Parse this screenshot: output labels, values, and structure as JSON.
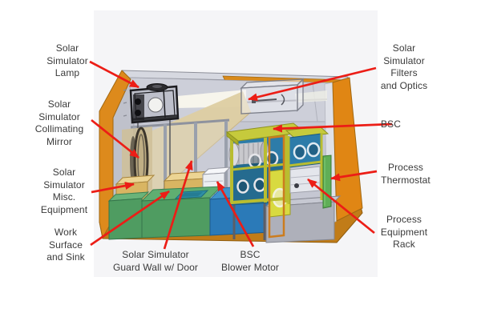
{
  "figure": {
    "description": "Cutaway 3D rendering of a solar simulator and biosafety cabinet (BSC) process enclosure with callout labels"
  },
  "labels": [
    {
      "id": "solar-simulator-lamp",
      "text": "Solar\nSimulator\nLamp"
    },
    {
      "id": "solar-simulator-collimating-mirror",
      "text": "Solar\nSimulator\nCollimating\nMirror"
    },
    {
      "id": "solar-simulator-misc-equipment",
      "text": "Solar\nSimulator\nMisc.\nEquipment"
    },
    {
      "id": "work-surface-and-sink",
      "text": "Work\nSurface\nand Sink"
    },
    {
      "id": "solar-simulator-guard-wall",
      "text": "Solar Simulator\nGuard Wall w/ Door"
    },
    {
      "id": "bsc-blower-motor",
      "text": "BSC\nBlower Motor"
    },
    {
      "id": "solar-simulator-filters-optics",
      "text": "Solar\nSimulator\nFilters\nand Optics"
    },
    {
      "id": "bsc",
      "text": "BSC"
    },
    {
      "id": "process-thermostat",
      "text": "Process\nThermostat"
    },
    {
      "id": "process-equipment-rack",
      "text": "Process\nEquipment\nRack"
    }
  ],
  "colors": {
    "arrow_red": "#ec1d16",
    "shell_orange": "#dd8a1c",
    "floor_orange": "#c17c18",
    "interior_gray": "#c9cbd5",
    "beam_tan": "#decea2",
    "work_surface_green": "#4f9c61",
    "sink_teal": "#2e8fa6",
    "blower_blue": "#2b7ab8",
    "bsc_frame_yellow": "#c6ca3c",
    "bsc_panel_blue": "#2d7ca9",
    "thermostat_green": "#5fae57",
    "rack_gray": "#aeb0ba"
  }
}
